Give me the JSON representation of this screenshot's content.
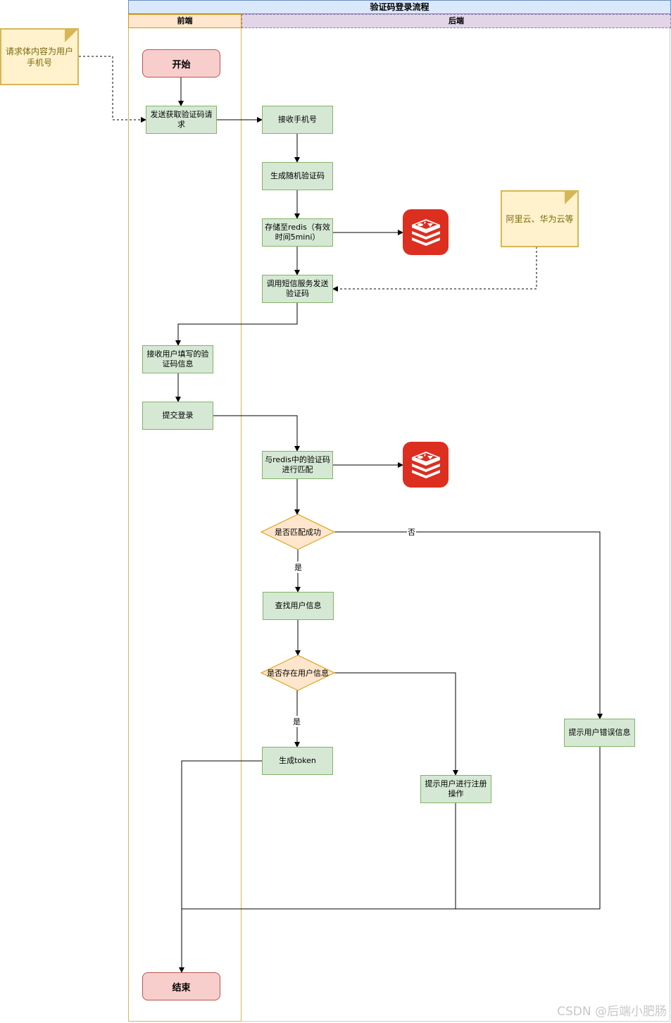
{
  "diagram": {
    "title": "验证码登录流程",
    "lanes": {
      "front": "前端",
      "back": "后端"
    },
    "nodes": {
      "start": "开始",
      "send_request": "发送获取验证码请求",
      "receive_phone": "接收手机号",
      "gen_code": "生成随机验证码",
      "store_redis": "存储至redis（有效时间5mini）",
      "call_sms": "调用短信服务发送验证码",
      "receive_input": "接收用户填写的验证码信息",
      "submit_login": "提交登录",
      "match_redis": "与redis中的验证码进行匹配",
      "is_match": "是否匹配成功",
      "find_user": "查找用户信息",
      "user_exists": "是否存在用户信息",
      "gen_token": "生成token",
      "prompt_register": "提示用户进行注册操作",
      "prompt_error": "提示用户错误信息",
      "end": "结束"
    },
    "notes": {
      "request_body": "请求体内容为用户手机号",
      "sms_provider": "阿里云、华为云等"
    },
    "edge_labels": {
      "no": "否",
      "yes1": "是",
      "yes2": "是"
    },
    "icons": {
      "redis": "redis-icon"
    },
    "colors": {
      "process": "#d5e8d4",
      "terminal": "#f8cecc",
      "decision": "#ffe6cc",
      "note": "#fff2cc",
      "redis": "#dc2f20"
    }
  },
  "watermark": "CSDN @后端小肥肠"
}
